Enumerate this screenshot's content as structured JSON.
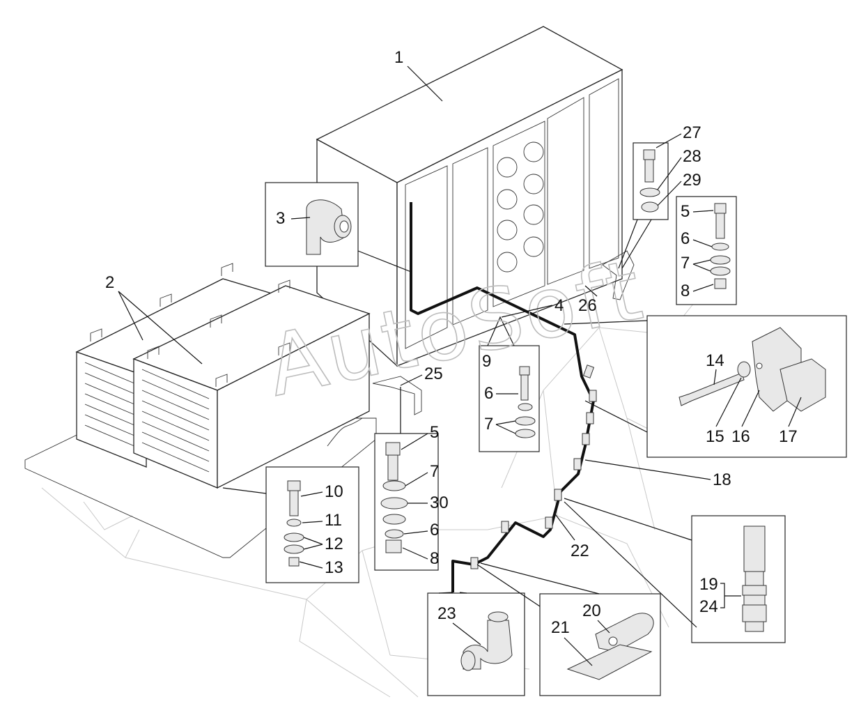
{
  "watermark": "AutoSoft",
  "callouts": [
    "1",
    "2",
    "3",
    "4",
    "5",
    "6",
    "7",
    "8",
    "9",
    "10",
    "11",
    "12",
    "13",
    "14",
    "15",
    "16",
    "17",
    "18",
    "19",
    "20",
    "21",
    "22",
    "23",
    "24",
    "25",
    "26",
    "27",
    "28",
    "29",
    "30"
  ]
}
